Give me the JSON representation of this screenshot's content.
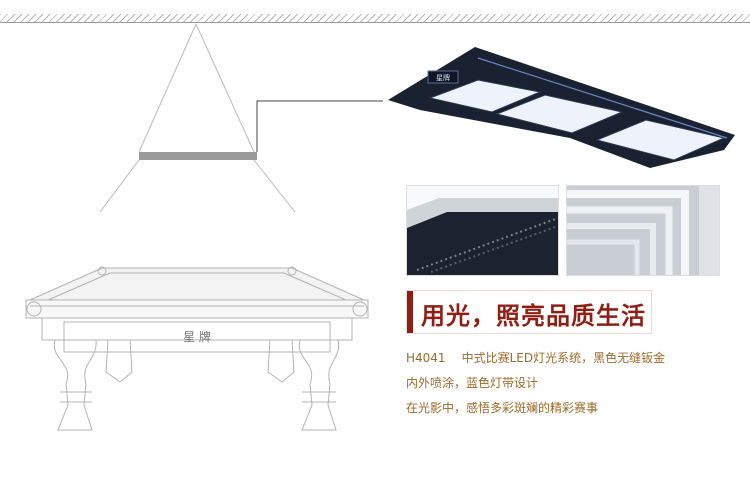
{
  "table_brand": "星 牌",
  "lamp_badge": "星牌",
  "headline": "用光，照亮品质生活",
  "description": {
    "model": "H4041",
    "line1": "中式比赛LED灯光系统，黑色无缝钣金",
    "line2": "内外喷涂，蓝色灯带设计",
    "line3": "在光影中，感悟多彩斑斓的精彩赛事"
  },
  "colors": {
    "accent": "#8e1f16",
    "desc_text": "#9c6a2a",
    "lamp_frame": "#1a2130"
  }
}
